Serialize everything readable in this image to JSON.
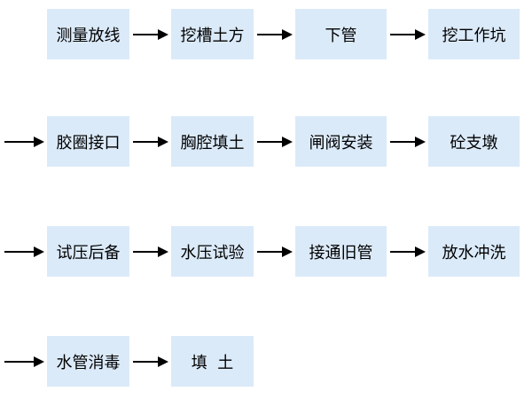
{
  "rows": [
    {
      "lead_arrow": false,
      "steps": [
        "测量放线",
        "挖槽土方",
        "下管",
        "挖工作坑"
      ]
    },
    {
      "lead_arrow": true,
      "steps": [
        "胶圈接口",
        "胸腔填土",
        "闸阀安装",
        "砼支墩"
      ]
    },
    {
      "lead_arrow": true,
      "steps": [
        "试压后备",
        "水压试验",
        "接通旧管",
        "放水冲洗"
      ]
    },
    {
      "lead_arrow": true,
      "steps": [
        "水管消毒",
        "填  土"
      ]
    }
  ],
  "colors": {
    "box_fill": "#dbeaf9",
    "arrow": "#000000",
    "text": "#000000"
  }
}
